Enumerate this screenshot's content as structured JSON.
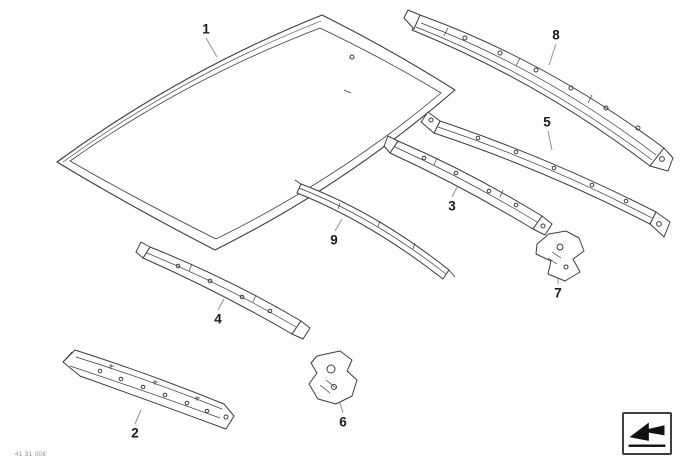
{
  "diagram": {
    "callouts": {
      "c1": "1",
      "c2": "2",
      "c3": "3",
      "c4": "4",
      "c5": "5",
      "c6": "6",
      "c7": "7",
      "c8": "8",
      "c9": "9"
    },
    "footer_code": "41 31 008",
    "icons": {
      "direction_arrow": "direction-of-travel-arrow"
    },
    "colors": {
      "part_line": "#3c3c3c",
      "leader_line": "#909090",
      "background": "#ffffff"
    }
  }
}
